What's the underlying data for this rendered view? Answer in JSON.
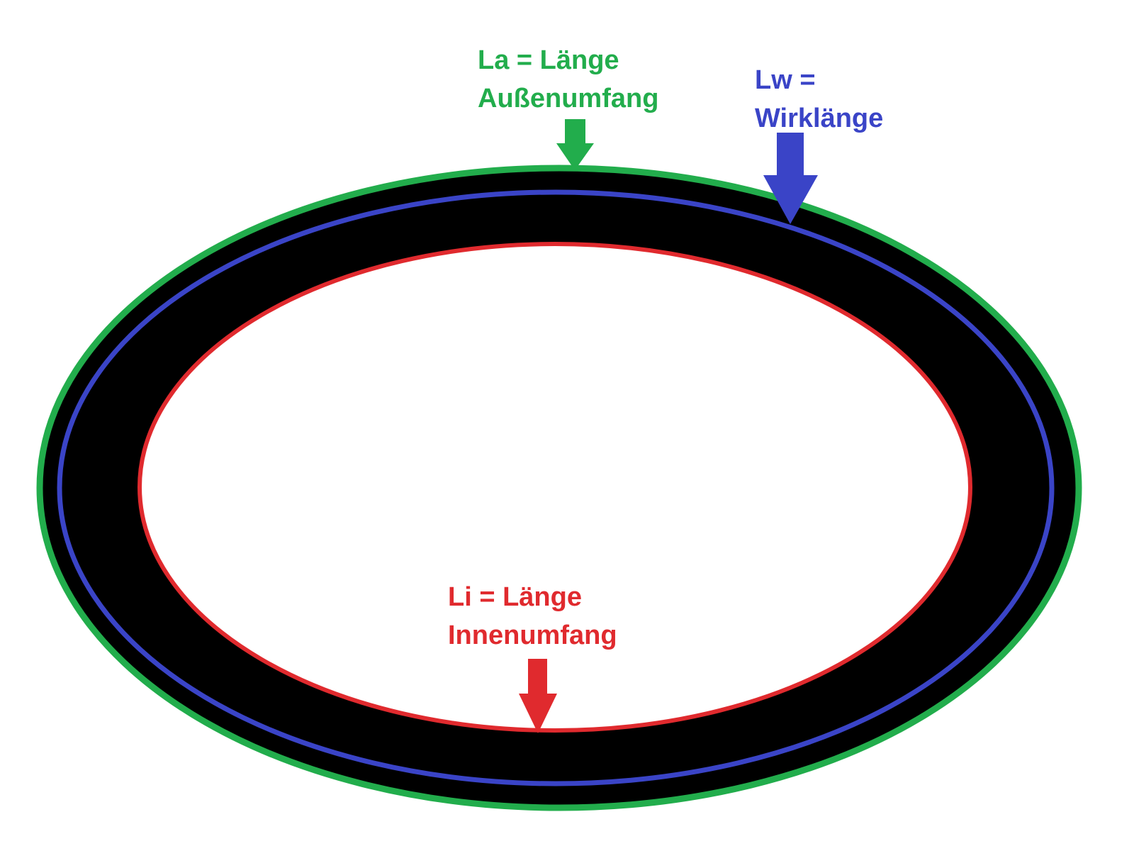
{
  "colors": {
    "outer": "#22ad4c",
    "working": "#3a44c7",
    "inner": "#e02a2e",
    "belt": "#000000",
    "background": "#ffffff"
  },
  "labels": {
    "outer": {
      "line1": "La = Länge",
      "line2": "Außenumfang"
    },
    "working": {
      "line1": "Lw =",
      "line2": "Wirklänge"
    },
    "inner": {
      "line1": "Li = Länge",
      "line2": "Innenumfang"
    }
  }
}
